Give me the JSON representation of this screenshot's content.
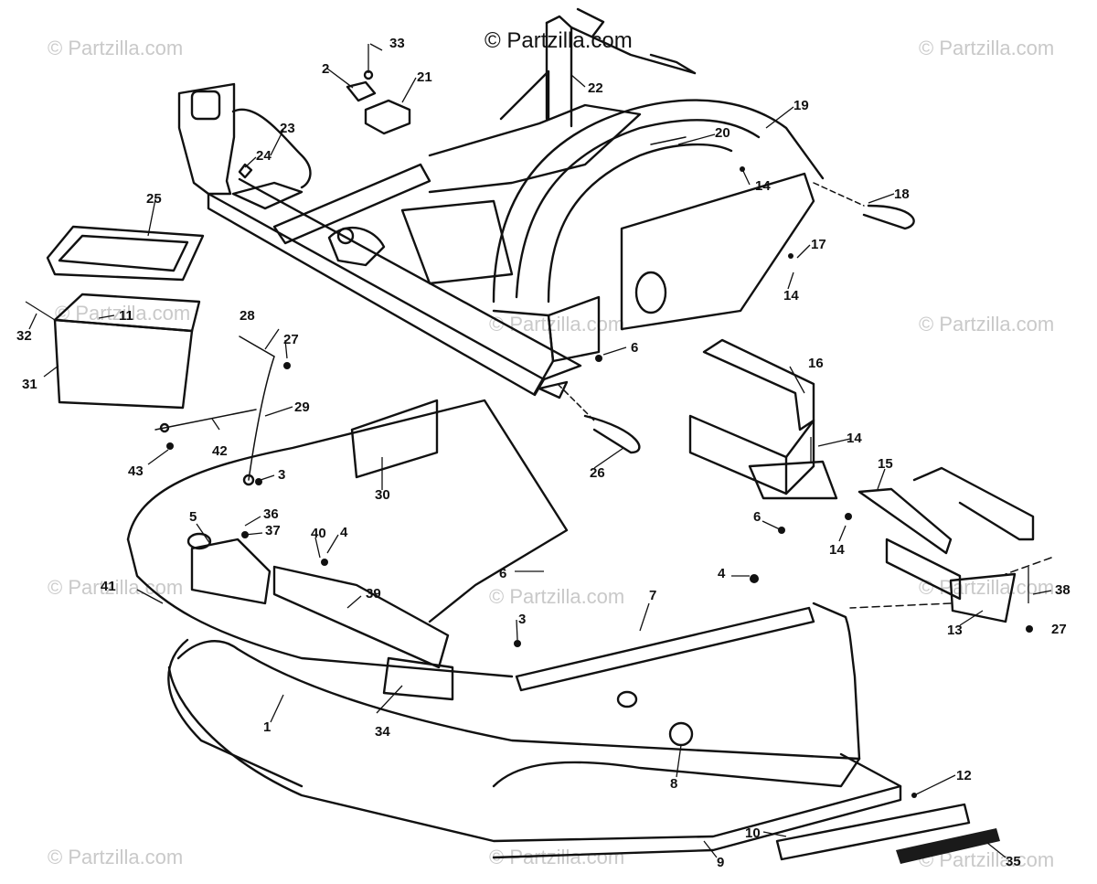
{
  "watermarks": {
    "top_center": "© Partzilla.com",
    "faint": "© Partzilla.com"
  },
  "callouts": {
    "c1": "1",
    "c2": "2",
    "c3a": "3",
    "c3b": "3",
    "c4a": "4",
    "c4b": "4",
    "c5": "5",
    "c6a": "6",
    "c6b": "6",
    "c6c": "6",
    "c7": "7",
    "c8": "8",
    "c9": "9",
    "c10": "10",
    "c11": "11",
    "c12": "12",
    "c13": "13",
    "c14a": "14",
    "c14b": "14",
    "c14c": "14",
    "c14d": "14",
    "c15": "15",
    "c16": "16",
    "c17": "17",
    "c18": "18",
    "c19": "19",
    "c20": "20",
    "c21": "21",
    "c22": "22",
    "c23": "23",
    "c24": "24",
    "c25": "25",
    "c26": "26",
    "c27a": "27",
    "c27b": "27",
    "c28": "28",
    "c29": "29",
    "c30": "30",
    "c31": "31",
    "c32": "32",
    "c33": "33",
    "c34": "34",
    "c35": "35",
    "c36": "36",
    "c37": "37",
    "c38": "38",
    "c39": "39",
    "c40": "40",
    "c41": "41",
    "c42": "42",
    "c43": "43"
  }
}
